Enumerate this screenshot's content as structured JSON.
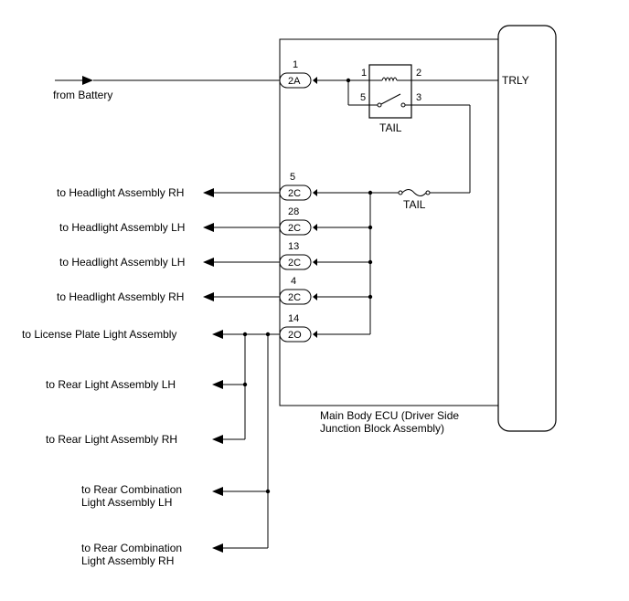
{
  "diagram": {
    "battery_label": "from Battery",
    "trly_label": "TRLY",
    "ecu_label_line1": "Main Body ECU (Driver Side",
    "ecu_label_line2": "Junction Block Assembly)",
    "relay": {
      "name": "TAIL",
      "pin1": "1",
      "pin2": "2",
      "pin3": "3",
      "pin5": "5"
    },
    "fuse_label": "TAIL",
    "connectors": [
      {
        "pin": "1",
        "code": "2A"
      },
      {
        "pin": "5",
        "code": "2C"
      },
      {
        "pin": "28",
        "code": "2C"
      },
      {
        "pin": "13",
        "code": "2C"
      },
      {
        "pin": "4",
        "code": "2C"
      },
      {
        "pin": "14",
        "code": "2O"
      }
    ],
    "outputs": [
      "to Headlight Assembly RH",
      "to Headlight Assembly LH",
      "to Headlight Assembly LH",
      "to Headlight Assembly RH",
      "to License Plate Light Assembly",
      "to Rear Light Assembly LH",
      "to Rear Light Assembly RH"
    ],
    "rear_combo_lh_line1": "to Rear Combination",
    "rear_combo_lh_line2": "Light Assembly LH",
    "rear_combo_rh_line1": "to Rear Combination",
    "rear_combo_rh_line2": "Light Assembly RH"
  }
}
